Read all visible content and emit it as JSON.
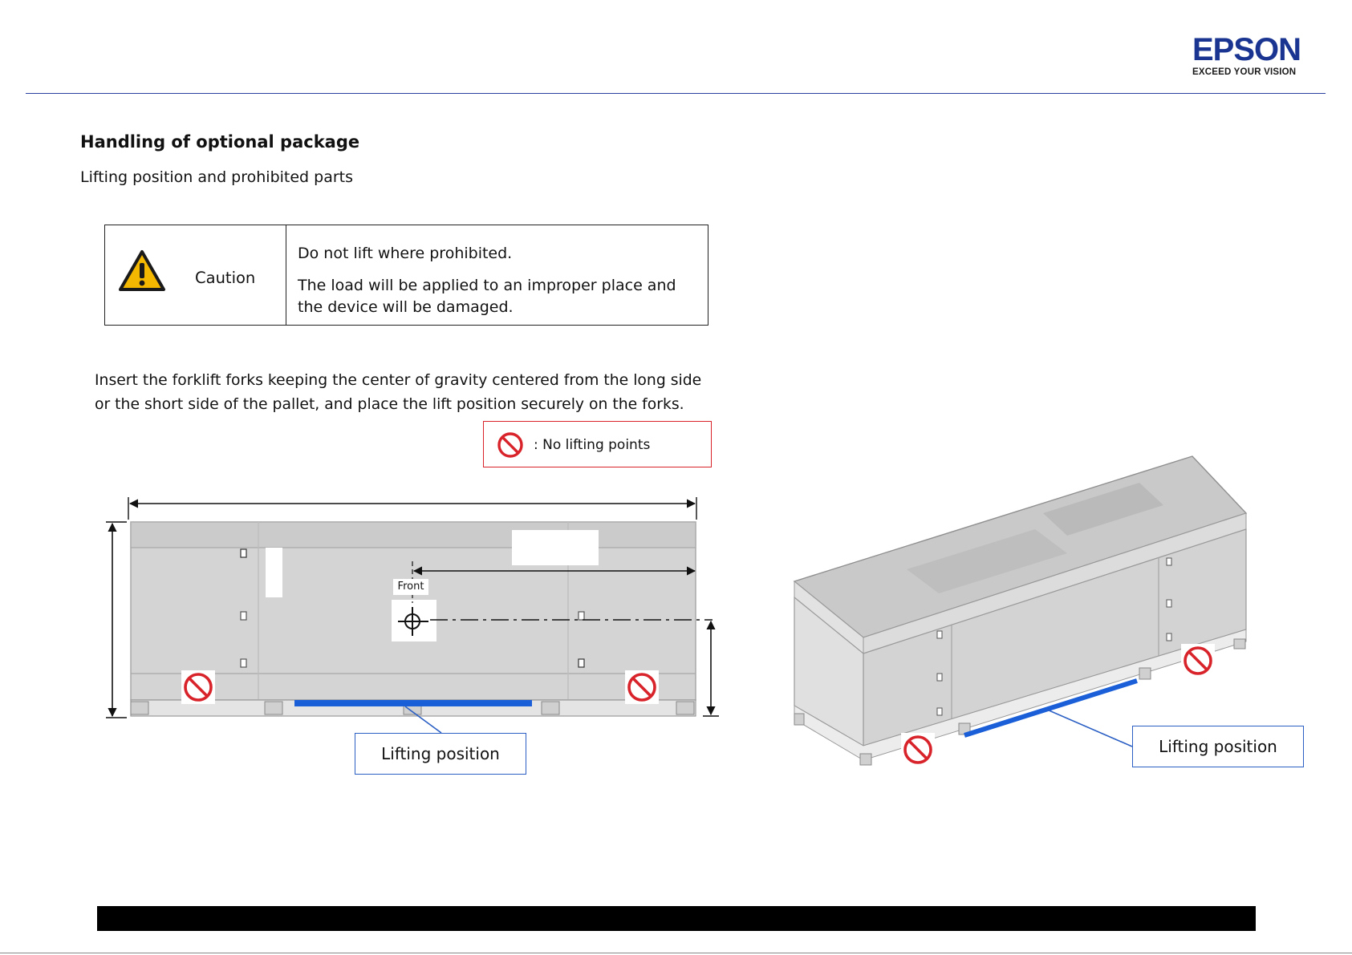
{
  "header": {
    "logo_word": "EPSON",
    "logo_tagline": "EXCEED YOUR VISION",
    "brand_color": "#1a3591"
  },
  "page": {
    "title": "Handling of optional package",
    "subtitle": "Lifting position and prohibited parts"
  },
  "caution": {
    "icon": "warning-triangle-icon",
    "label": "Caution",
    "line1": "Do not lift where prohibited.",
    "line2": "The load will be applied to an improper place and the device will be damaged."
  },
  "instruction": "Insert the forklift forks keeping the center of gravity centered from the long side or the short side of the pallet, and place the lift position securely on the forks.",
  "legend": {
    "icon": "prohibited-icon",
    "text": ": No lifting points",
    "color": "#d8232a"
  },
  "front_view": {
    "front_label": "Front",
    "lifting_callout": "Lifting position",
    "lifting_color": "#1a5fd8"
  },
  "iso_view": {
    "lifting_callout": "Lifting position"
  }
}
